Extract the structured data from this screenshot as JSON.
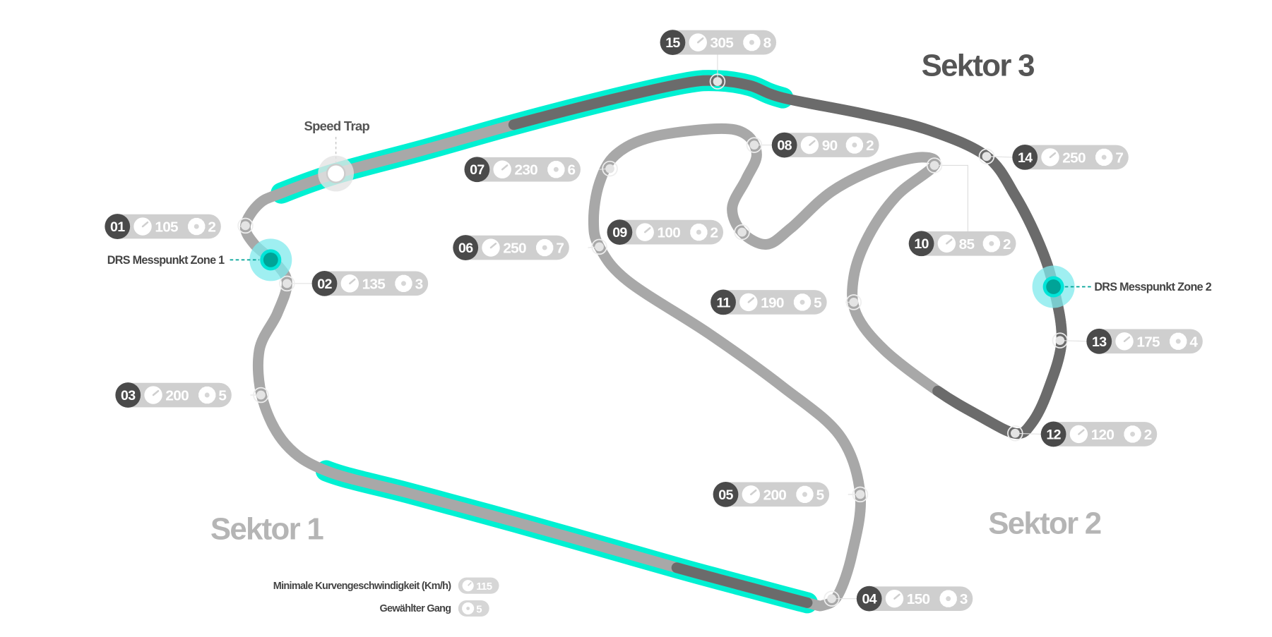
{
  "title": "Streckenkarte",
  "sectors": [
    "Sektor 1",
    "Sektor 2",
    "Sektor 3"
  ],
  "speed_trap": "Speed Trap",
  "drs": [
    "DRS Messpunkt Zone 1",
    "DRS Messpunkt Zone 2"
  ],
  "legend": {
    "speed_label": "Minimale Kurvengeschwindigkeit (Km/h)",
    "speed_example": "115",
    "gear_label": "Gewählter Gang",
    "gear_example": "5"
  },
  "corners": [
    {
      "num": "01",
      "speed": "105",
      "gear": "2"
    },
    {
      "num": "02",
      "speed": "135",
      "gear": "3"
    },
    {
      "num": "03",
      "speed": "200",
      "gear": "5"
    },
    {
      "num": "04",
      "speed": "150",
      "gear": "3"
    },
    {
      "num": "05",
      "speed": "200",
      "gear": "5"
    },
    {
      "num": "06",
      "speed": "250",
      "gear": "7"
    },
    {
      "num": "07",
      "speed": "230",
      "gear": "6"
    },
    {
      "num": "08",
      "speed": "90",
      "gear": "2"
    },
    {
      "num": "09",
      "speed": "100",
      "gear": "2"
    },
    {
      "num": "10",
      "speed": "85",
      "gear": "2"
    },
    {
      "num": "11",
      "speed": "190",
      "gear": "5"
    },
    {
      "num": "12",
      "speed": "120",
      "gear": "2"
    },
    {
      "num": "13",
      "speed": "175",
      "gear": "4"
    },
    {
      "num": "14",
      "speed": "250",
      "gear": "7"
    },
    {
      "num": "15",
      "speed": "305",
      "gear": "8"
    }
  ],
  "colors": {
    "track_light": "#a8a8a8",
    "track_dark": "#6b6b6b",
    "drs": "#00f0d2",
    "drs_point": "#00a397",
    "badge": "#4a4a4a",
    "pill": "#cfcfcf"
  }
}
